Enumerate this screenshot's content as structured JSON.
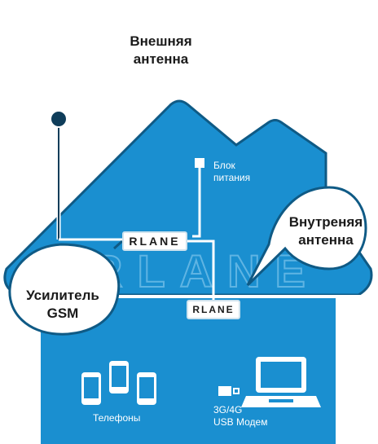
{
  "labels": {
    "outer_antenna": [
      "Внешняя",
      "антенна"
    ],
    "power_block": [
      "Блок",
      "питания"
    ],
    "inner_antenna": [
      "Внутреняя",
      "антенна"
    ],
    "amplifier": [
      "Усилитель",
      "GSM"
    ],
    "phones": "Телефоны",
    "modem": [
      "3G/4G",
      "USB Модем"
    ]
  },
  "brand": "RLANE",
  "colors": {
    "house": "#1a8fd0",
    "roof_stroke": "#0f5a85",
    "accent_red": "#e0262a",
    "text_dark": "#1a1a1a"
  }
}
